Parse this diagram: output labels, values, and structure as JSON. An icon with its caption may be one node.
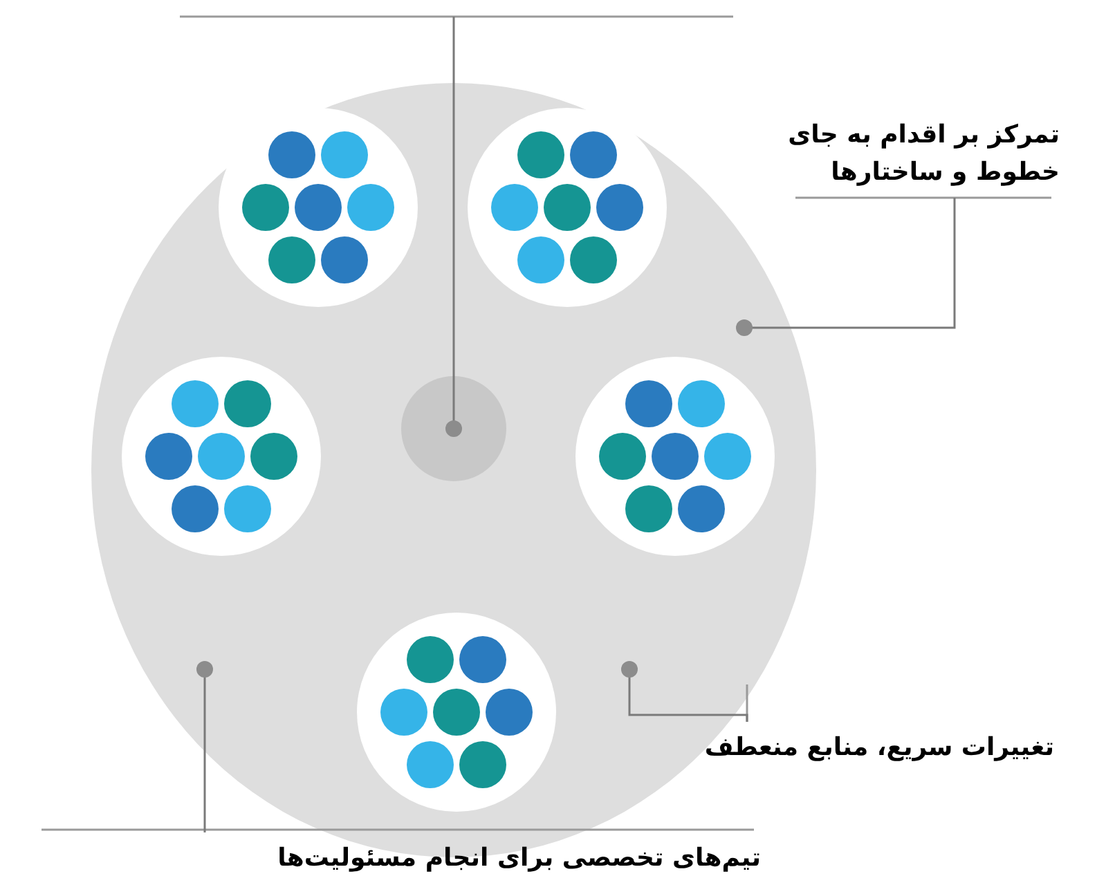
{
  "diagram": {
    "nodes": [
      {
        "text": [],
        "shape": "circle"
      },
      {
        "text": [],
        "shape": "circle",
        "in": 0
      },
      {
        "text": [
          "تمرکز بر اقدام به جای خطوط و ساختارها"
        ]
      },
      {
        "text": [
          "تغییرات سریع، منابع منعطف"
        ]
      },
      {
        "text": [
          "تیم‌های تخصصی برای انجام مسئولیت‌ها"
        ]
      }
    ],
    "edges": [
      {
        "from": 2,
        "to": 0,
        "arrow": "other"
      },
      {
        "from": 3,
        "to": 0,
        "arrow": "other"
      },
      {
        "from": 4,
        "to": 0,
        "arrow": "other"
      },
      {
        "from": null,
        "to": 1,
        "arrow": "other"
      }
    ]
  }
}
